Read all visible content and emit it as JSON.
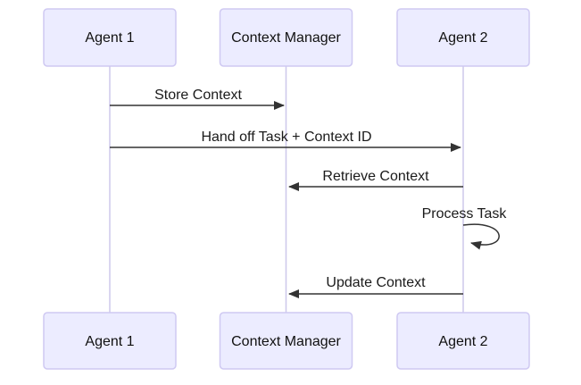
{
  "diagram": {
    "type": "sequence-diagram",
    "actors": [
      {
        "id": "agent-1",
        "label": "Agent 1"
      },
      {
        "id": "context-manager",
        "label": "Context Manager"
      },
      {
        "id": "agent-2",
        "label": "Agent 2"
      }
    ],
    "messages": [
      {
        "from": "agent-1",
        "to": "context-manager",
        "label": "Store Context",
        "style": "solid-arrow"
      },
      {
        "from": "agent-1",
        "to": "agent-2",
        "label": "Hand off Task + Context ID",
        "style": "solid-arrow"
      },
      {
        "from": "agent-2",
        "to": "context-manager",
        "label": "Retrieve Context",
        "style": "solid-arrow"
      },
      {
        "from": "agent-2",
        "to": "agent-2",
        "label": "Process Task",
        "style": "self-loop"
      },
      {
        "from": "agent-2",
        "to": "context-manager",
        "label": "Update Context",
        "style": "solid-arrow"
      }
    ],
    "colors": {
      "actor_fill": "#ECECFF",
      "actor_border": "#cfc9f2",
      "lifeline": "#cdc8eb",
      "arrow": "#333333",
      "text": "#1a1a1a",
      "background": "#ffffff"
    }
  }
}
